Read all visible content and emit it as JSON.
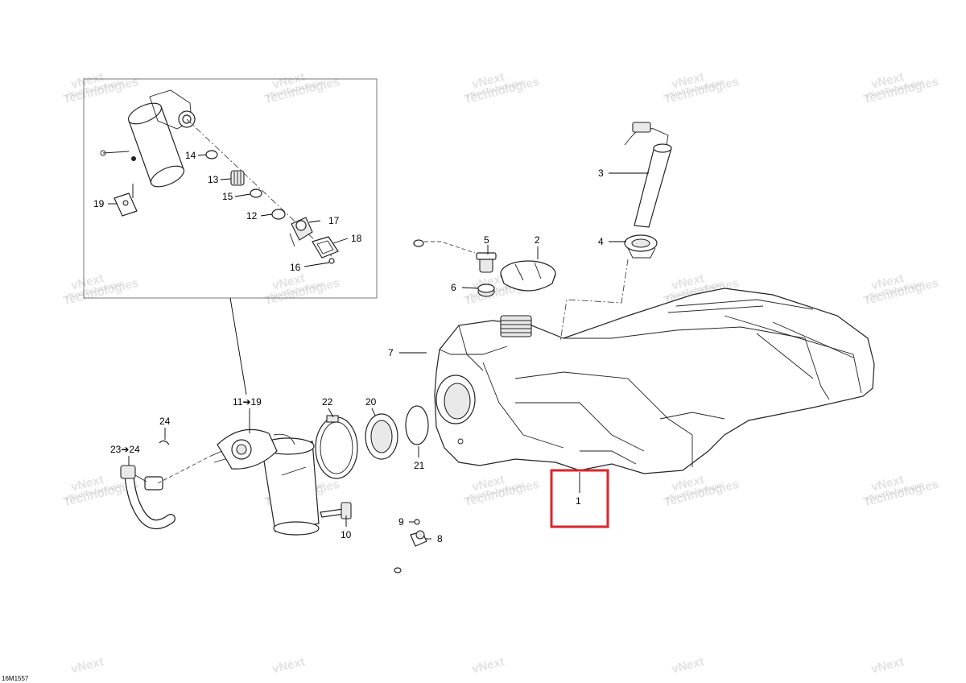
{
  "drawing_code": "16M1557",
  "watermark": {
    "line1": "vNext",
    "line2": "Technologies",
    "full": "vNext Technologies"
  },
  "callouts": {
    "c1": "1",
    "c2": "2",
    "c3": "3",
    "c4": "4",
    "c5": "5",
    "c6": "6",
    "c7": "7",
    "c8": "8",
    "c9": "9",
    "c10": "10",
    "c11_19": "11➔19",
    "c12": "12",
    "c13": "13",
    "c14": "14",
    "c15": "15",
    "c16": "16",
    "c17": "17",
    "c18": "18",
    "c19": "19",
    "c20": "20",
    "c21": "21",
    "c22": "22",
    "c23_24": "23➔24",
    "c24": "24"
  },
  "highlight": {
    "color": "#d9262c",
    "target": "1"
  }
}
